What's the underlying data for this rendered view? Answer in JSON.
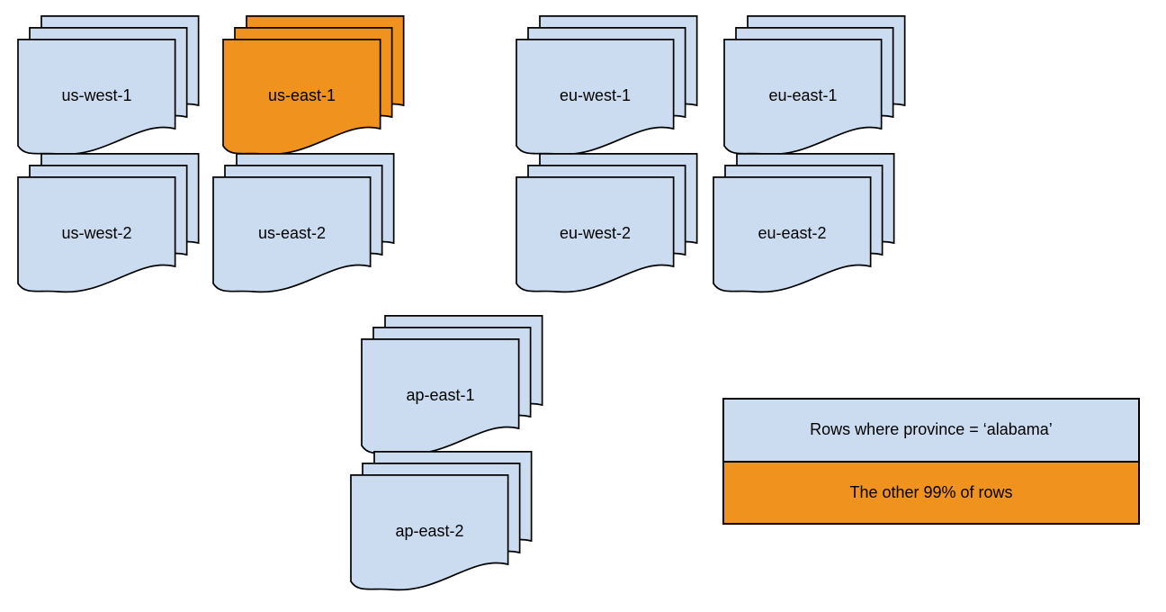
{
  "regions": [
    {
      "label": "us-west-1",
      "color": "blue"
    },
    {
      "label": "us-east-1",
      "color": "orange"
    },
    {
      "label": "eu-west-1",
      "color": "blue"
    },
    {
      "label": "eu-east-1",
      "color": "blue"
    },
    {
      "label": "us-west-2",
      "color": "blue"
    },
    {
      "label": "us-east-2",
      "color": "blue"
    },
    {
      "label": "eu-west-2",
      "color": "blue"
    },
    {
      "label": "eu-east-2",
      "color": "blue"
    },
    {
      "label": "ap-east-1",
      "color": "blue"
    },
    {
      "label": "ap-east-2",
      "color": "blue"
    }
  ],
  "legend": {
    "alabama_rows_label": "Rows where province = ‘alabama’",
    "other_rows_label": "The other 99% of rows"
  },
  "colors": {
    "document_blue": "#CCDCF0",
    "highlight_orange": "#F0921E",
    "outline": "#000000"
  }
}
